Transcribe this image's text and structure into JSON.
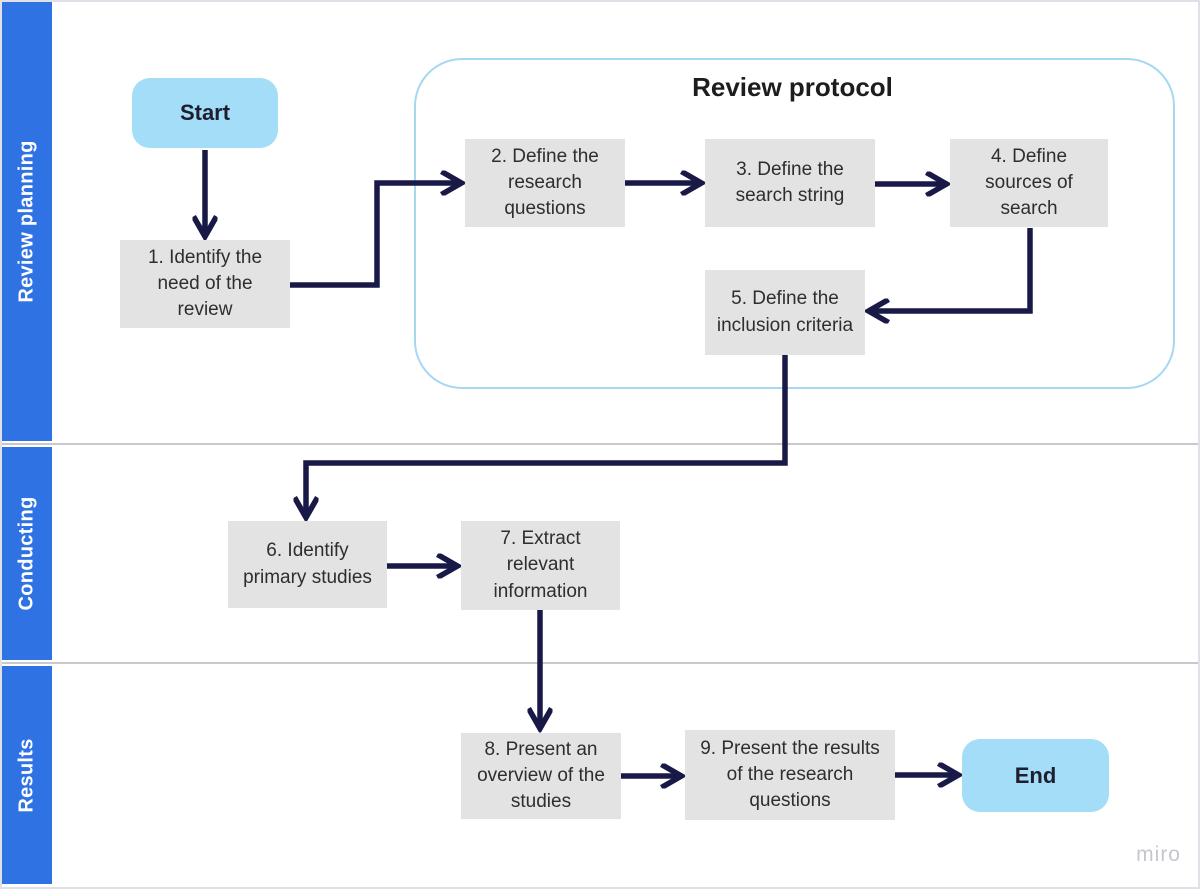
{
  "diagram": {
    "watermark": "miro",
    "protocol_group": {
      "title": "Review protocol"
    },
    "lanes": [
      {
        "label": "Review planning"
      },
      {
        "label": "Conducting"
      },
      {
        "label": "Results"
      }
    ],
    "terminals": {
      "start_label": "Start",
      "end_label": "End"
    },
    "steps": [
      {
        "label": "1. Identify the need of the review"
      },
      {
        "label": "2. Define the research questions"
      },
      {
        "label": "3. Define the search string"
      },
      {
        "label": "4. Define sources of search"
      },
      {
        "label": "5. Define the inclusion criteria"
      },
      {
        "label": "6. Identify primary studies"
      },
      {
        "label": "7. Extract relevant information"
      },
      {
        "label": "8. Present an overview of the studies"
      },
      {
        "label": "9. Present the results of the research questions"
      }
    ],
    "colors": {
      "lane_bar": "#2f72e4",
      "terminal_fill": "#a3ddf8",
      "step_fill": "#e3e3e3",
      "arrow": "#191947",
      "protocol_border": "#a6d8f2",
      "lane_separator": "#c9c9cc"
    }
  }
}
